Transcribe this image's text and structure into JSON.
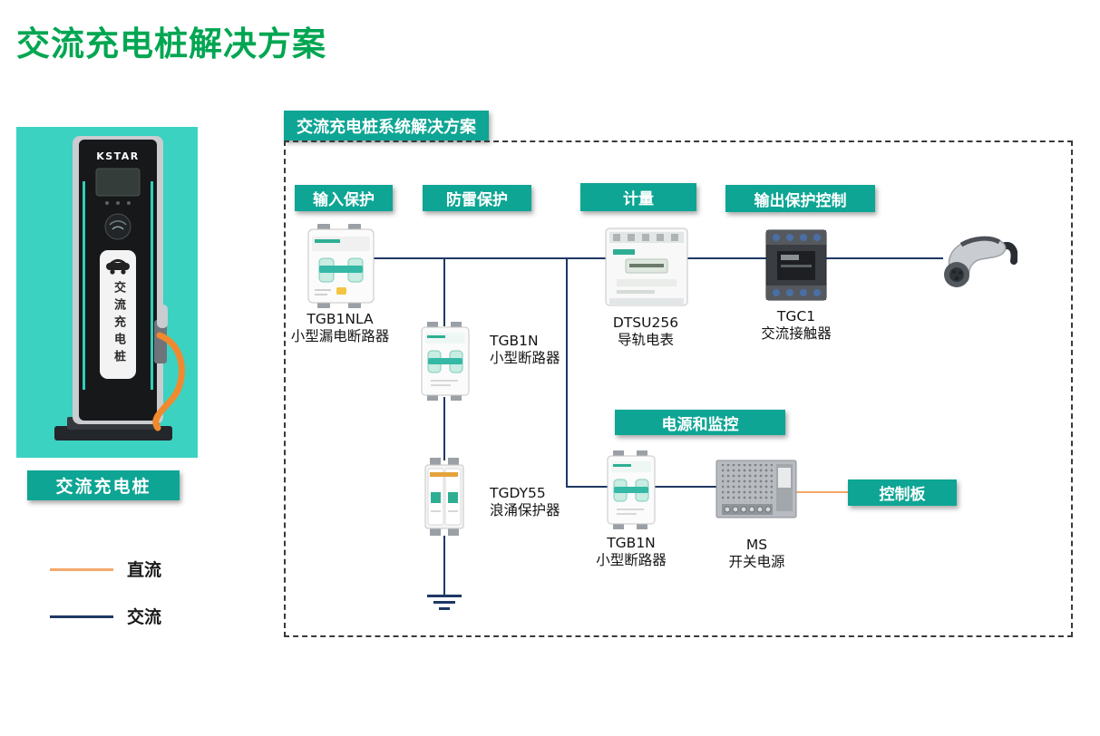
{
  "page": {
    "title": "交流充电桩解决方案"
  },
  "product": {
    "brand": "KSTAR",
    "device_text": "交流充电桩",
    "label": "交流充电桩"
  },
  "legend": {
    "dc": {
      "label": "直流",
      "color": "#F5A86B"
    },
    "ac": {
      "label": "交流",
      "color": "#1F3864"
    }
  },
  "diagram": {
    "title": "交流充电桩系统解决方案",
    "badges": {
      "input_protection": "输入保护",
      "lightning_protection": "防雷保护",
      "metering": "计量",
      "output_protection": "输出保护控制",
      "power_monitoring": "电源和监控",
      "control_board": "控制板"
    },
    "components": {
      "tgb1nla": {
        "name": "TGB1NLA",
        "desc": "小型漏电断路器"
      },
      "tgb1n_top": {
        "name": "TGB1N",
        "desc": "小型断路器"
      },
      "dtsu256": {
        "name": "DTSU256",
        "desc": "导轨电表"
      },
      "tgc1": {
        "name": "TGC1",
        "desc": "交流接触器"
      },
      "tgdy55": {
        "name": "TGDY55",
        "desc": "浪涌保护器"
      },
      "tgb1n_bottom": {
        "name": "TGB1N",
        "desc": "小型断路器"
      },
      "ms": {
        "name": "MS",
        "desc": "开关电源"
      }
    },
    "colors": {
      "title_green": "#00A651",
      "badge_teal": "#0EA594",
      "photo_teal": "#3CD2C2",
      "ac_wire": "#1F3864",
      "dc_wire": "#F5A86B"
    }
  }
}
